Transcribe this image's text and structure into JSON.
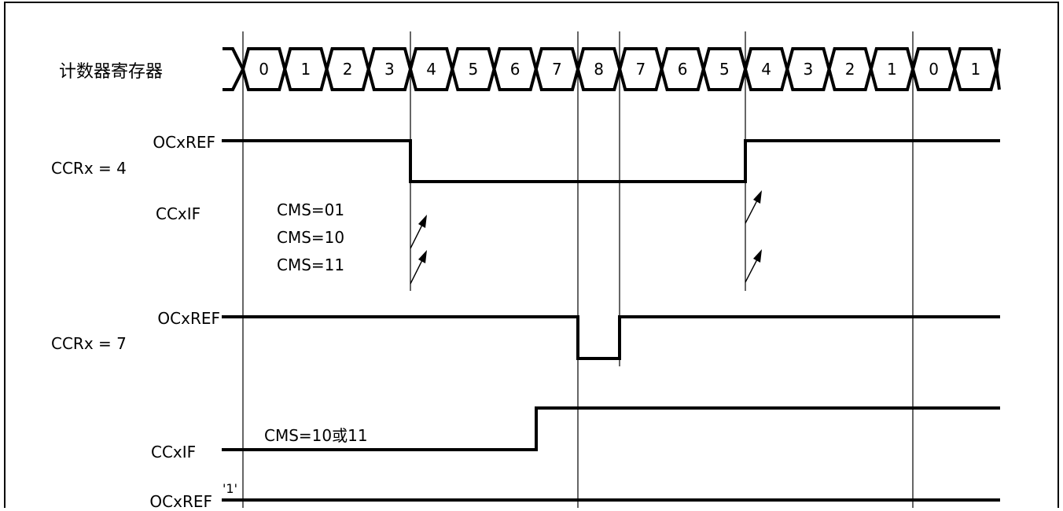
{
  "labels": {
    "counter_register": "计数器寄存器",
    "ocxref_1": "OCxREF",
    "ccrx_4": "CCRx = 4",
    "ccxif_1": "CCxIF",
    "cms_01": "CMS=01",
    "cms_10": "CMS=10",
    "cms_11": "CMS=11",
    "ocxref_2": "OCxREF",
    "ccrx_7": "CCRx = 7",
    "cms_10_or_11": "CMS=10或11",
    "ccxif_2": "CCxIF",
    "quote_1": "'1'",
    "ocxref_3": "OCxREF"
  },
  "counter_values": [
    "0",
    "1",
    "2",
    "3",
    "4",
    "5",
    "6",
    "7",
    "8",
    "7",
    "6",
    "5",
    "4",
    "3",
    "2",
    "1",
    "0",
    "1"
  ]
}
